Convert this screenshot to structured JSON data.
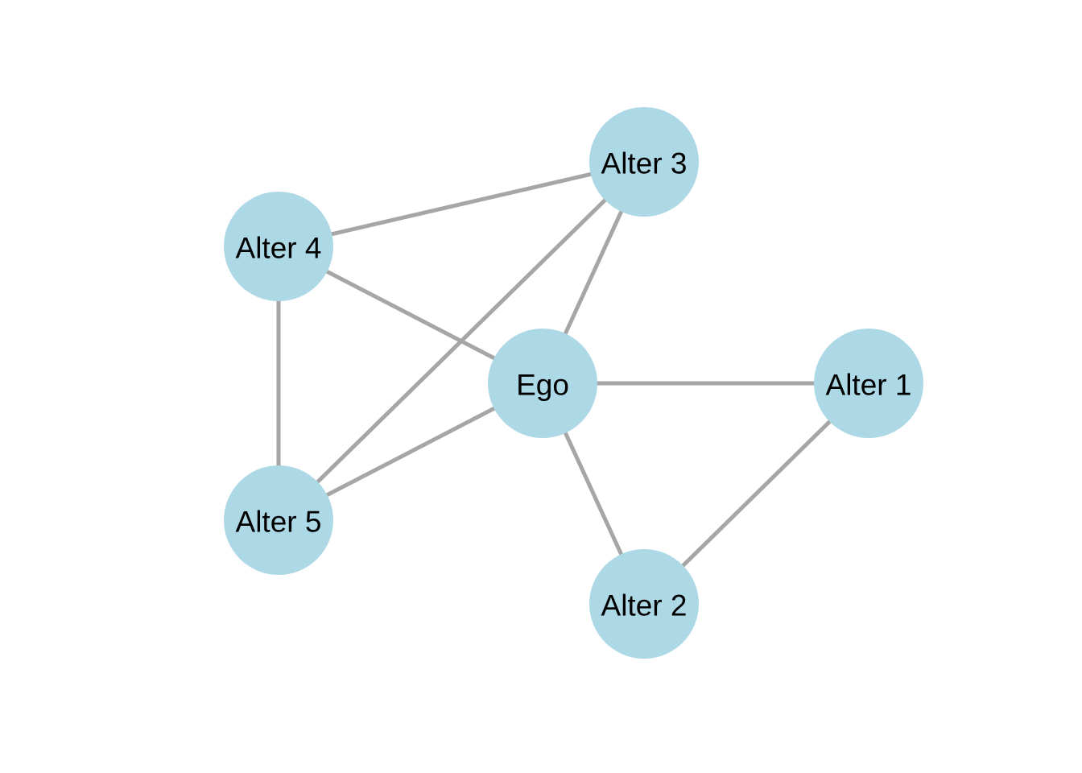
{
  "graph": {
    "node_color": "#add8e6",
    "edge_color": "#a6a6a6",
    "nodes": [
      {
        "id": "ego",
        "label": "Ego"
      },
      {
        "id": "alter1",
        "label": "Alter 1"
      },
      {
        "id": "alter2",
        "label": "Alter 2"
      },
      {
        "id": "alter3",
        "label": "Alter 3"
      },
      {
        "id": "alter4",
        "label": "Alter 4"
      },
      {
        "id": "alter5",
        "label": "Alter 5"
      }
    ],
    "edges": [
      {
        "source": "ego",
        "target": "alter1"
      },
      {
        "source": "ego",
        "target": "alter2"
      },
      {
        "source": "ego",
        "target": "alter3"
      },
      {
        "source": "ego",
        "target": "alter4"
      },
      {
        "source": "ego",
        "target": "alter5"
      },
      {
        "source": "alter1",
        "target": "alter2"
      },
      {
        "source": "alter3",
        "target": "alter4"
      },
      {
        "source": "alter3",
        "target": "alter5"
      },
      {
        "source": "alter4",
        "target": "alter5"
      }
    ]
  }
}
